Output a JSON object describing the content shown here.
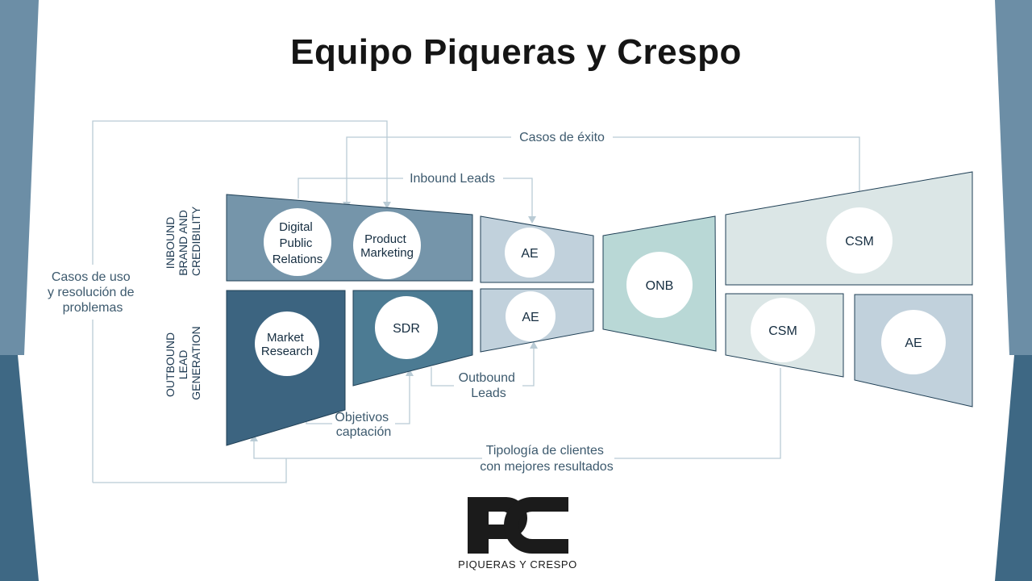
{
  "title": "Equipo Piqueras y Crespo",
  "side_labels": {
    "inbound": [
      "INBOUND",
      "BRAND AND",
      "CREDIBILITY"
    ],
    "outbound": [
      "OUTBOUND",
      "LEAD",
      "GENERATION"
    ]
  },
  "flow_labels": {
    "casos_exito": "Casos de éxito",
    "inbound_leads": "Inbound Leads",
    "casos_uso": [
      "Casos de uso",
      "y resolución de",
      "problemas"
    ],
    "outbound_leads": [
      "Outbound",
      "Leads"
    ],
    "objetivos": [
      "Objetivos",
      "captación"
    ],
    "tipologia": [
      "Tipología de clientes",
      "con mejores resultados"
    ]
  },
  "nodes": {
    "digital_pr": [
      "Digital",
      "Public",
      "Relations"
    ],
    "product_marketing": [
      "Product",
      "Marketing"
    ],
    "market_research": [
      "Market",
      "Research"
    ],
    "sdr": "SDR",
    "ae_top": "AE",
    "ae_bottom": "AE",
    "onb": "ONB",
    "csm_top": "CSM",
    "csm_bottom": "CSM",
    "ae_right": "AE"
  },
  "logo": {
    "mark": "PC",
    "text": "PIQUERAS Y CRESPO"
  },
  "colors": {
    "inbound": "#7595aa",
    "market_research": "#3c6480",
    "sdr": "#4c7b93",
    "ae": "#c1d1dc",
    "onb": "#b9d8d6",
    "csm": "#dbe6e6",
    "ae_right": "#c1d1dc",
    "connector": "#b9cbd5",
    "side_bar": "#436d88"
  }
}
